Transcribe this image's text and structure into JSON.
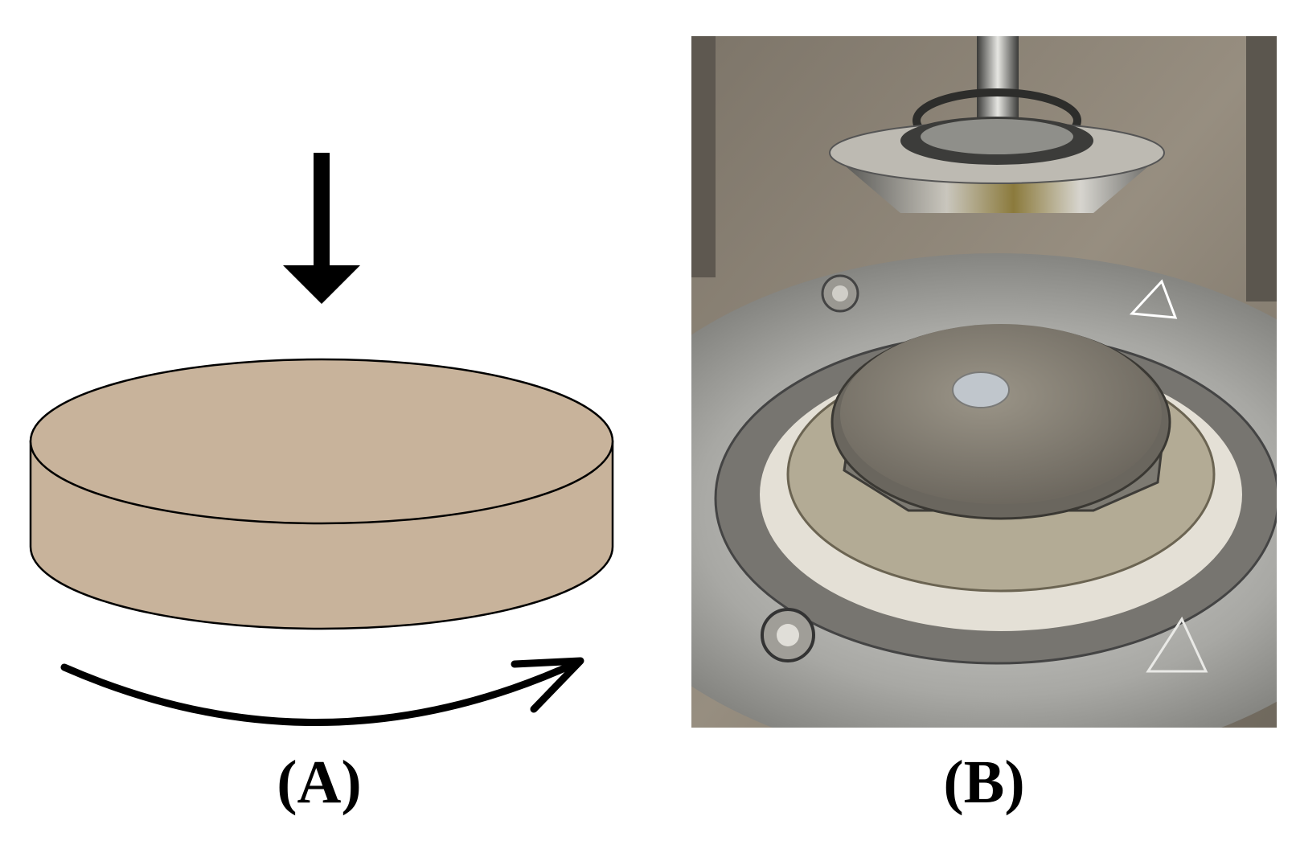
{
  "panels": [
    {
      "id": "A",
      "caption": "(A)",
      "illustration": {
        "disk_fill": "#c8b39b",
        "stroke": "#000000",
        "load_arrow_icon": "down-arrow-icon",
        "rotation_arrow_icon": "curved-arrow-icon"
      }
    },
    {
      "id": "B",
      "caption": "(B)",
      "photo": {
        "background": "#8a8276",
        "metal": "#bfbfbf"
      }
    }
  ]
}
